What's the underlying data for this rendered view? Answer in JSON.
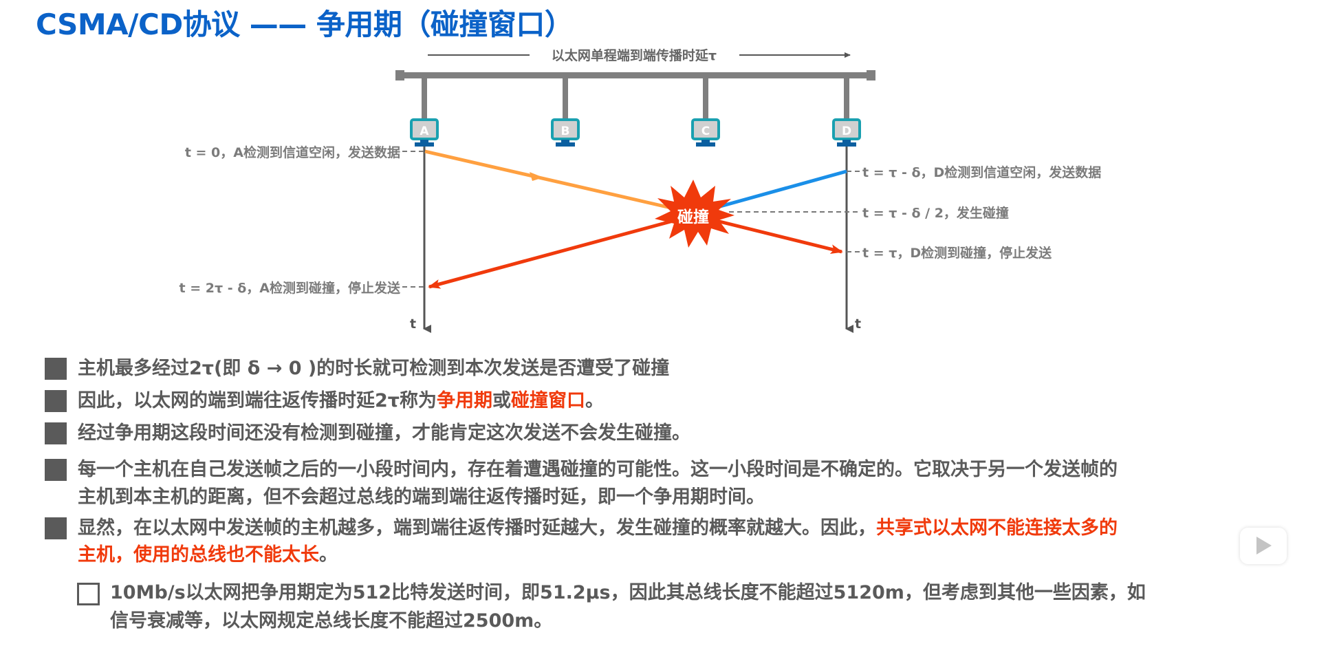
{
  "title": "CSMA/CD协议 —— 争用期（碰撞窗口）",
  "diagram": {
    "top_label": "以太网单程端到端传播时延τ",
    "hosts": [
      "A",
      "B",
      "C",
      "D"
    ],
    "collision_label": "碰撞",
    "axis_label_a": "t",
    "axis_label_d": "t",
    "left_labels": {
      "a_send": "t = 0，A检测到信道空闲，发送数据",
      "a_detect": "t = 2τ - δ，A检测到碰撞，停止发送"
    },
    "right_labels": {
      "d_send": "t = τ - δ，D检测到信道空闲，发送数据",
      "collide": "t = τ - δ / 2，发生碰撞",
      "d_detect": "t = τ，D检测到碰撞，停止发送"
    },
    "colors": {
      "bus": "#7f7f7f",
      "monitor_frame": "#1AA0B0",
      "monitor_screen": "#D0D0D0",
      "monitor_stand": "#0B5FA0",
      "a_signal": "#FFA040",
      "d_signal": "#1A8FE8",
      "collision": "#F03A0C"
    }
  },
  "bullets": [
    {
      "lines": [
        [
          {
            "text": "主机最多经过2τ(即 δ → 0 )的时长就可检测到本次发送是否遭受了碰撞",
            "red": false
          }
        ]
      ]
    },
    {
      "lines": [
        [
          {
            "text": "因此，以太网的端到端往返传播时延2τ称为",
            "red": false
          },
          {
            "text": "争用期",
            "red": true
          },
          {
            "text": "或",
            "red": false
          },
          {
            "text": "碰撞窗口",
            "red": true
          },
          {
            "text": "。",
            "red": false
          }
        ]
      ]
    },
    {
      "lines": [
        [
          {
            "text": "经过争用期这段时间还没有检测到碰撞，才能肯定这次发送不会发生碰撞。",
            "red": false
          }
        ]
      ]
    },
    {
      "lines": [
        [
          {
            "text": "每一个主机在自己发送帧之后的一小段时间内，存在着遭遇碰撞的可能性。这一小段时间是不确定的。它取决于另一个发送帧的",
            "red": false
          }
        ],
        [
          {
            "text": "主机到本主机的距离，但不会超过总线的端到端往返传播时延，即一个争用期时间。",
            "red": false
          }
        ]
      ]
    },
    {
      "lines": [
        [
          {
            "text": "显然，在以太网中发送帧的主机越多，端到端往返传播时延越大，发生碰撞的概率就越大。因此，",
            "red": false
          },
          {
            "text": "共享式以太网不能连接太多的",
            "red": true
          }
        ],
        [
          {
            "text": "主机，使用的总线也不能太长",
            "red": true
          },
          {
            "text": "。",
            "red": false
          }
        ]
      ]
    }
  ],
  "sub_bullet": {
    "line1": "10Mb/s以太网把争用期定为512比特发送时间，即51.2μs，因此其总线长度不能超过5120m，但考虑到其他一些因素，如",
    "line2": "信号衰减等，以太网规定总线长度不能超过2500m。"
  },
  "overlay": {
    "play_button": "play-icon"
  }
}
